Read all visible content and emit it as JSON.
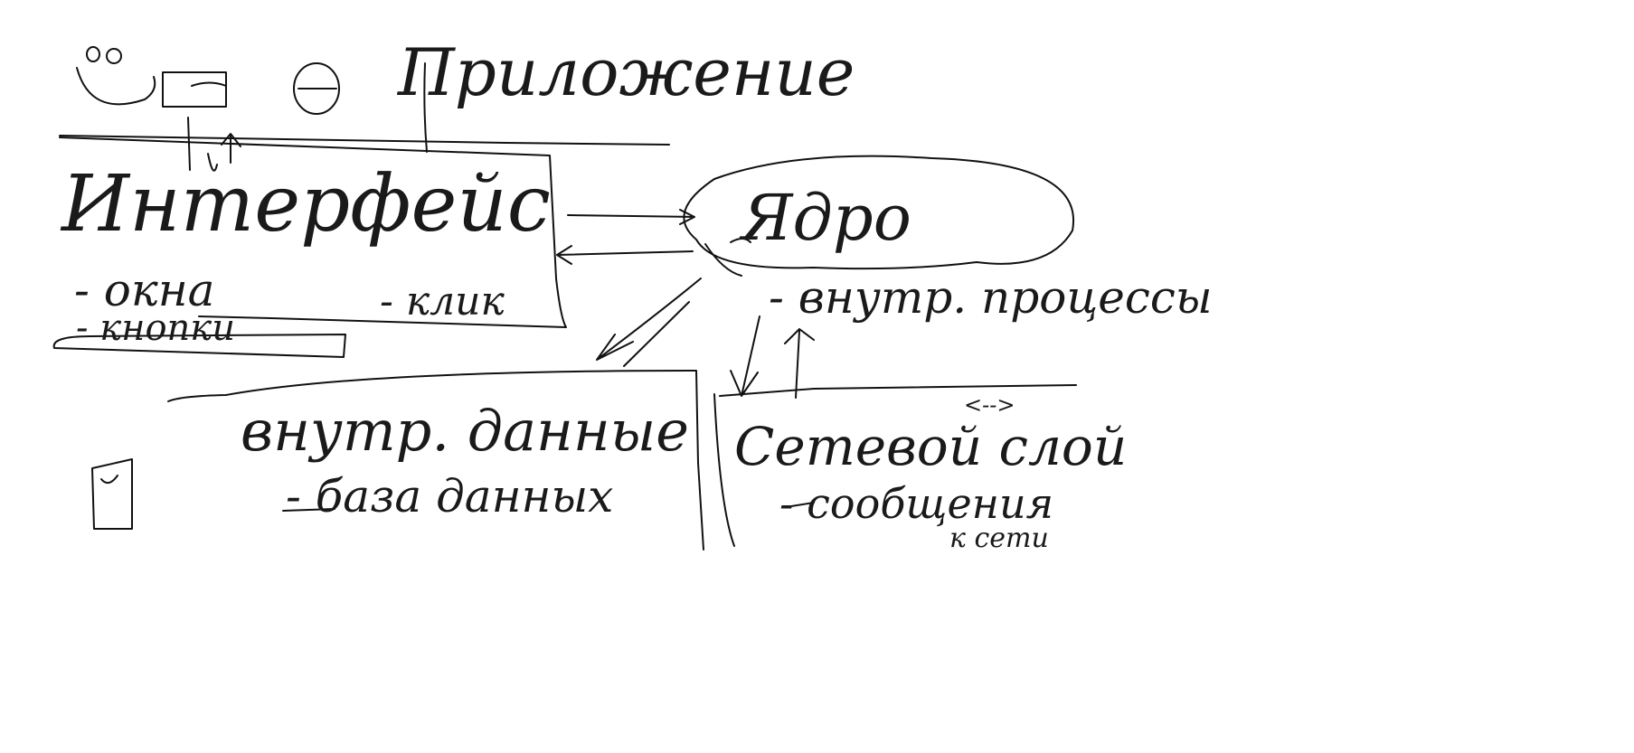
{
  "canvas": {
    "background": "#ffffff",
    "stroke_color": "#111111"
  },
  "title": "Приложение",
  "blocks": {
    "interface": {
      "title": "Интерфейс",
      "items": [
        "- окна",
        "- клик",
        "- кнопки"
      ]
    },
    "core": {
      "title": "Ядро",
      "note": "- внутр. процессы"
    },
    "storage": {
      "title": "внутр. данные",
      "items": [
        "- база данных"
      ]
    },
    "network": {
      "title": "Сетевой слой",
      "items": [
        "- сообщения",
        "<-->"
      ],
      "note": "к сети"
    }
  },
  "arrows": [
    {
      "from": "interface",
      "to": "core"
    },
    {
      "from": "core",
      "to": "interface"
    },
    {
      "from": "core",
      "to": "storage"
    },
    {
      "from": "core",
      "to": "network"
    },
    {
      "from": "network",
      "to": "core"
    }
  ]
}
